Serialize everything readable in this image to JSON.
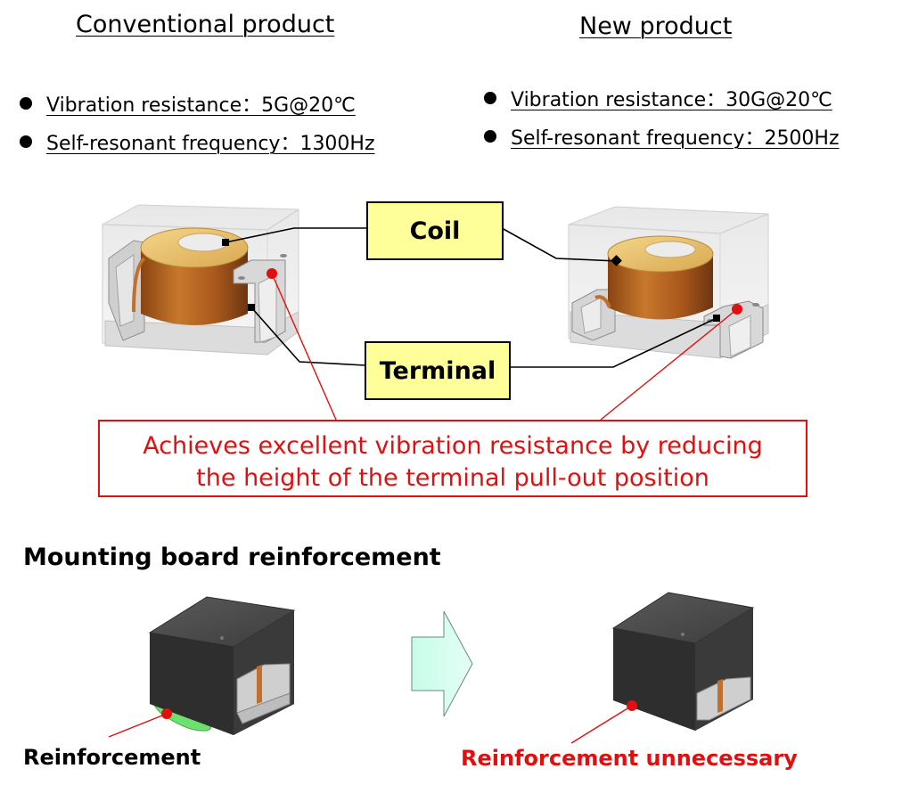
{
  "conventional": {
    "heading": "Conventional product",
    "specs": [
      "Vibration resistance：5G@20℃",
      "Self-resonant frequency：1300Hz"
    ]
  },
  "new": {
    "heading": "New product",
    "specs": [
      "Vibration resistance：30G@20℃",
      "Self-resonant frequency：2500Hz"
    ]
  },
  "callouts": {
    "coil": "Coil",
    "terminal": "Terminal"
  },
  "note": {
    "line1": "Achieves excellent vibration resistance by reducing",
    "line2": "the height of the terminal pull-out position"
  },
  "mounting": {
    "title": "Mounting board reinforcement",
    "left_caption": "Reinforcement",
    "right_caption": "Reinforcement unnecessary"
  },
  "colors": {
    "accent_red": "#e01010",
    "callout_fill": "#ffff99",
    "arrow_fill": "#ccfff0",
    "glue_green": "#6ee06e",
    "copper": "#b8641f"
  }
}
